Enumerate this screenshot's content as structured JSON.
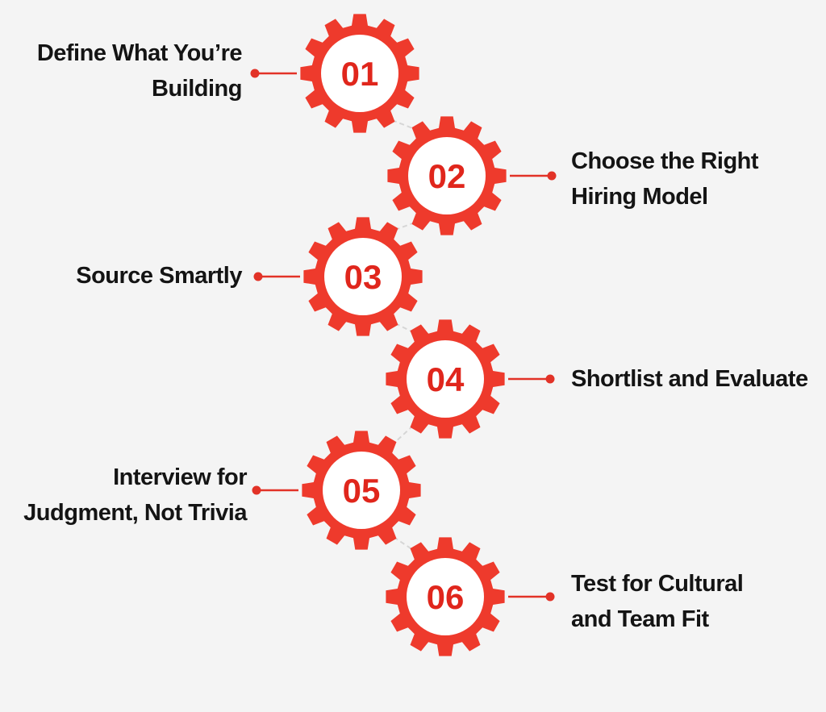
{
  "colors": {
    "gear": "#ee3a2c",
    "gear_inner": "#ffffff",
    "number": "#e0261c",
    "connector": "#e23227",
    "zigzag": "#d6d6d6",
    "background": "#f4f4f4",
    "text": "#141414"
  },
  "steps": [
    {
      "number": "01",
      "side": "left",
      "lines": [
        "Define What You’re",
        "Building"
      ]
    },
    {
      "number": "02",
      "side": "right",
      "lines": [
        "Choose the Right",
        "Hiring Model"
      ]
    },
    {
      "number": "03",
      "side": "left",
      "lines": [
        "Source Smartly"
      ]
    },
    {
      "number": "04",
      "side": "right",
      "lines": [
        "Shortlist and Evaluate"
      ]
    },
    {
      "number": "05",
      "side": "left",
      "lines": [
        "Interview for",
        "Judgment, Not Trivia"
      ]
    },
    {
      "number": "06",
      "side": "right",
      "lines": [
        "Test for Cultural",
        "and Team Fit"
      ]
    }
  ]
}
